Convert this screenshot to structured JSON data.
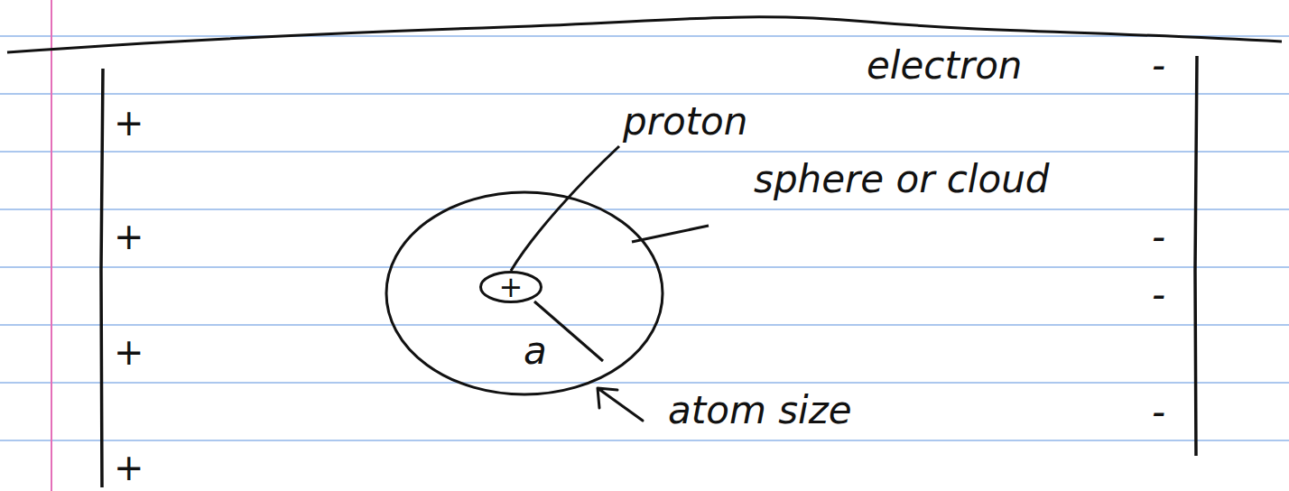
{
  "diagram": {
    "nodes": [
      {
        "text": [
          "+"
        ]
      }
    ],
    "labels": [
      "proton",
      "electron",
      "sphere or cloud",
      "a",
      "atom size",
      "+",
      "+",
      "+",
      "+",
      "-",
      "-",
      "-",
      "-"
    ]
  }
}
